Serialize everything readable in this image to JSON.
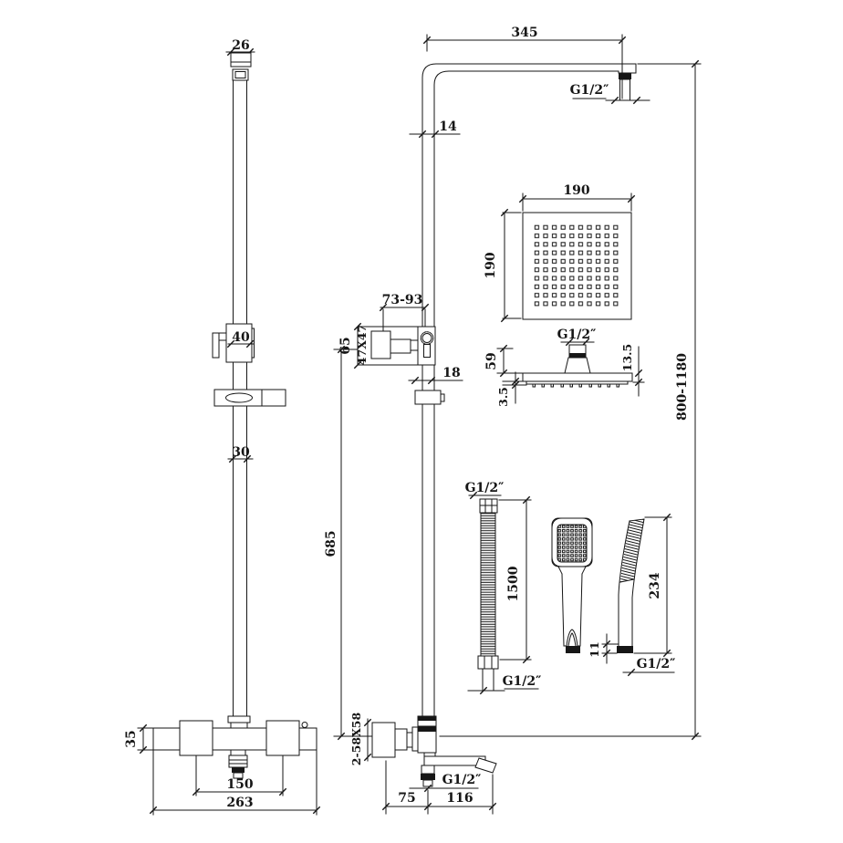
{
  "drawing": {
    "views": {
      "slide_bar": {
        "cap_width": "26",
        "holder_width": "40",
        "bar_width": "30"
      },
      "mixer_front": {
        "body_height": "35",
        "inlet_centres": "150",
        "overall_width": "263"
      },
      "riser": {
        "arm_length": "345",
        "arm_thread": "G1/2″",
        "pipe_width": "14",
        "valve_range": "73-93",
        "valve_plate": "47X47",
        "valve_height": "65",
        "clamp_size": "18",
        "riser_length": "685",
        "overall_height": "800-1180"
      },
      "head_front": {
        "width": "190",
        "height": "190"
      },
      "head_side": {
        "thread": "G1/2″",
        "height": "59",
        "nozzle_depth": "3.5",
        "edge_thickness": "13.5"
      },
      "hose": {
        "top_thread": "G1/2″",
        "length": "1500",
        "bottom_thread": "G1/2″"
      },
      "handset": {
        "height": "234",
        "inlet_height": "11",
        "thread": "G1/2″"
      },
      "mixer_side": {
        "handle_size": "2-58X58",
        "outlet_offset": "75",
        "spout_reach": "116",
        "outlet_thread": "G1/2″"
      }
    }
  }
}
